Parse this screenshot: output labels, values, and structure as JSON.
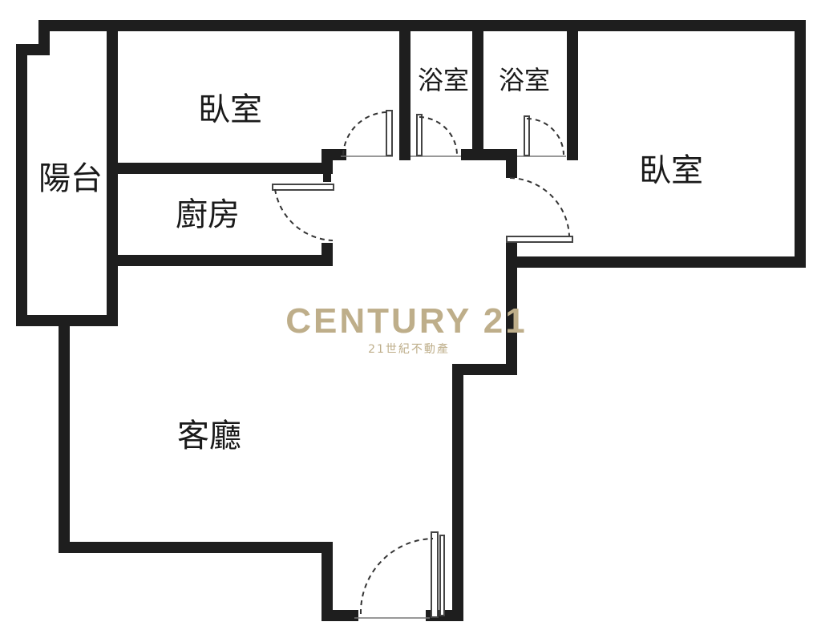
{
  "rooms": {
    "balcony": "陽台",
    "bedroom_left": "臥室",
    "kitchen": "廚房",
    "bath_1": "浴室",
    "bath_2": "浴室",
    "bedroom_right": "臥室",
    "living_room": "客廳"
  },
  "watermark": {
    "brand": "CENTURY 21",
    "sub": "21世紀不動產",
    "color": "#beae8a"
  },
  "colors": {
    "wall": "#1e1e1e",
    "background": "#ffffff"
  }
}
